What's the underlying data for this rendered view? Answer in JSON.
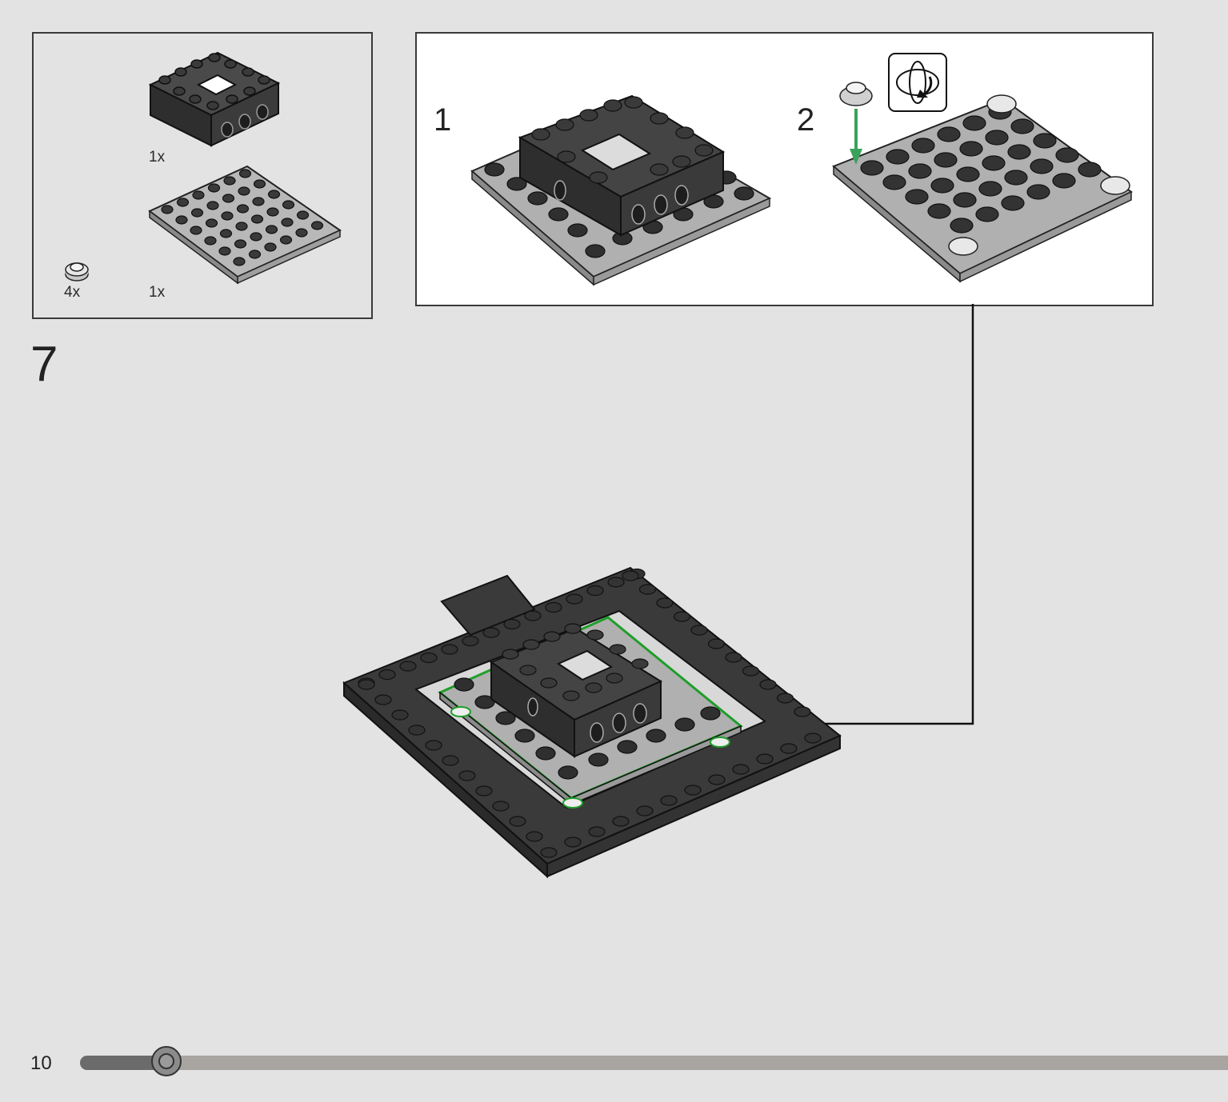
{
  "page_number": "10",
  "step": {
    "number": "7"
  },
  "parts_list": [
    {
      "name": "dark-gray-4x4-technic-frame-brick",
      "quantity": "1x"
    },
    {
      "name": "light-gray-6x6-plate",
      "quantity": "1x"
    },
    {
      "name": "light-bluish-round-plate",
      "quantity": "4x"
    }
  ],
  "sub_assembly": {
    "steps": [
      {
        "number": "1"
      },
      {
        "number": "2"
      }
    ],
    "rotate_icon": "rotate-model-icon"
  },
  "progress": {
    "fraction": 0.075
  },
  "colors": {
    "background": "#e3e3e3",
    "dark_brick": "#3b3b3b",
    "light_plate": "#b5b5b5",
    "highlight_outline": "#1f9e2a",
    "insert_arrow": "#3aa35a"
  }
}
